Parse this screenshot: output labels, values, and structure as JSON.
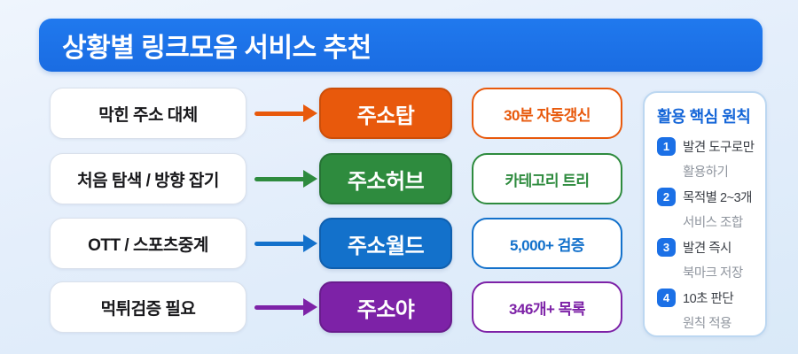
{
  "header": {
    "title": "상황별 링크모음 서비스 추천",
    "bg_color": "#1b6ce2"
  },
  "rows": [
    {
      "label": "막힌 주소 대체",
      "service": "주소탑",
      "feature": "30분 자동갱신",
      "color": "#e8590c",
      "color_dark": "#cc4e09"
    },
    {
      "label": "처음 탐색 / 방향 잡기",
      "service": "주소허브",
      "feature": "카테고리 트리",
      "color": "#2e8b3e",
      "color_dark": "#267334"
    },
    {
      "label": "OTT / 스포츠중계",
      "service": "주소월드",
      "feature": "5,000+ 검증",
      "color": "#1371cb",
      "color_dark": "#0f5fae"
    },
    {
      "label": "먹튀검증 필요",
      "service": "주소야",
      "feature": "346개+ 목록",
      "color": "#7d22a7",
      "color_dark": "#691c8d"
    }
  ],
  "panel": {
    "title": "활용 핵심 원칙",
    "accent_color": "#1b70e6",
    "items": [
      {
        "num": "1",
        "line1": "발견 도구로만",
        "line2": "활용하기"
      },
      {
        "num": "2",
        "line1": "목적별 2~3개",
        "line2": "서비스 조합"
      },
      {
        "num": "3",
        "line1": "발견 즉시",
        "line2": "북마크 저장"
      },
      {
        "num": "4",
        "line1": "10초 판단",
        "line2": "원칙 적용"
      }
    ]
  },
  "colors": {
    "background_top": "#eff5fd",
    "background_bottom": "#d9e9f8",
    "panel_border": "#bcd7f1",
    "panel_title": "#1566d8",
    "item_line1_text": "#3b3f46",
    "item_line2_text": "#8f959e"
  }
}
